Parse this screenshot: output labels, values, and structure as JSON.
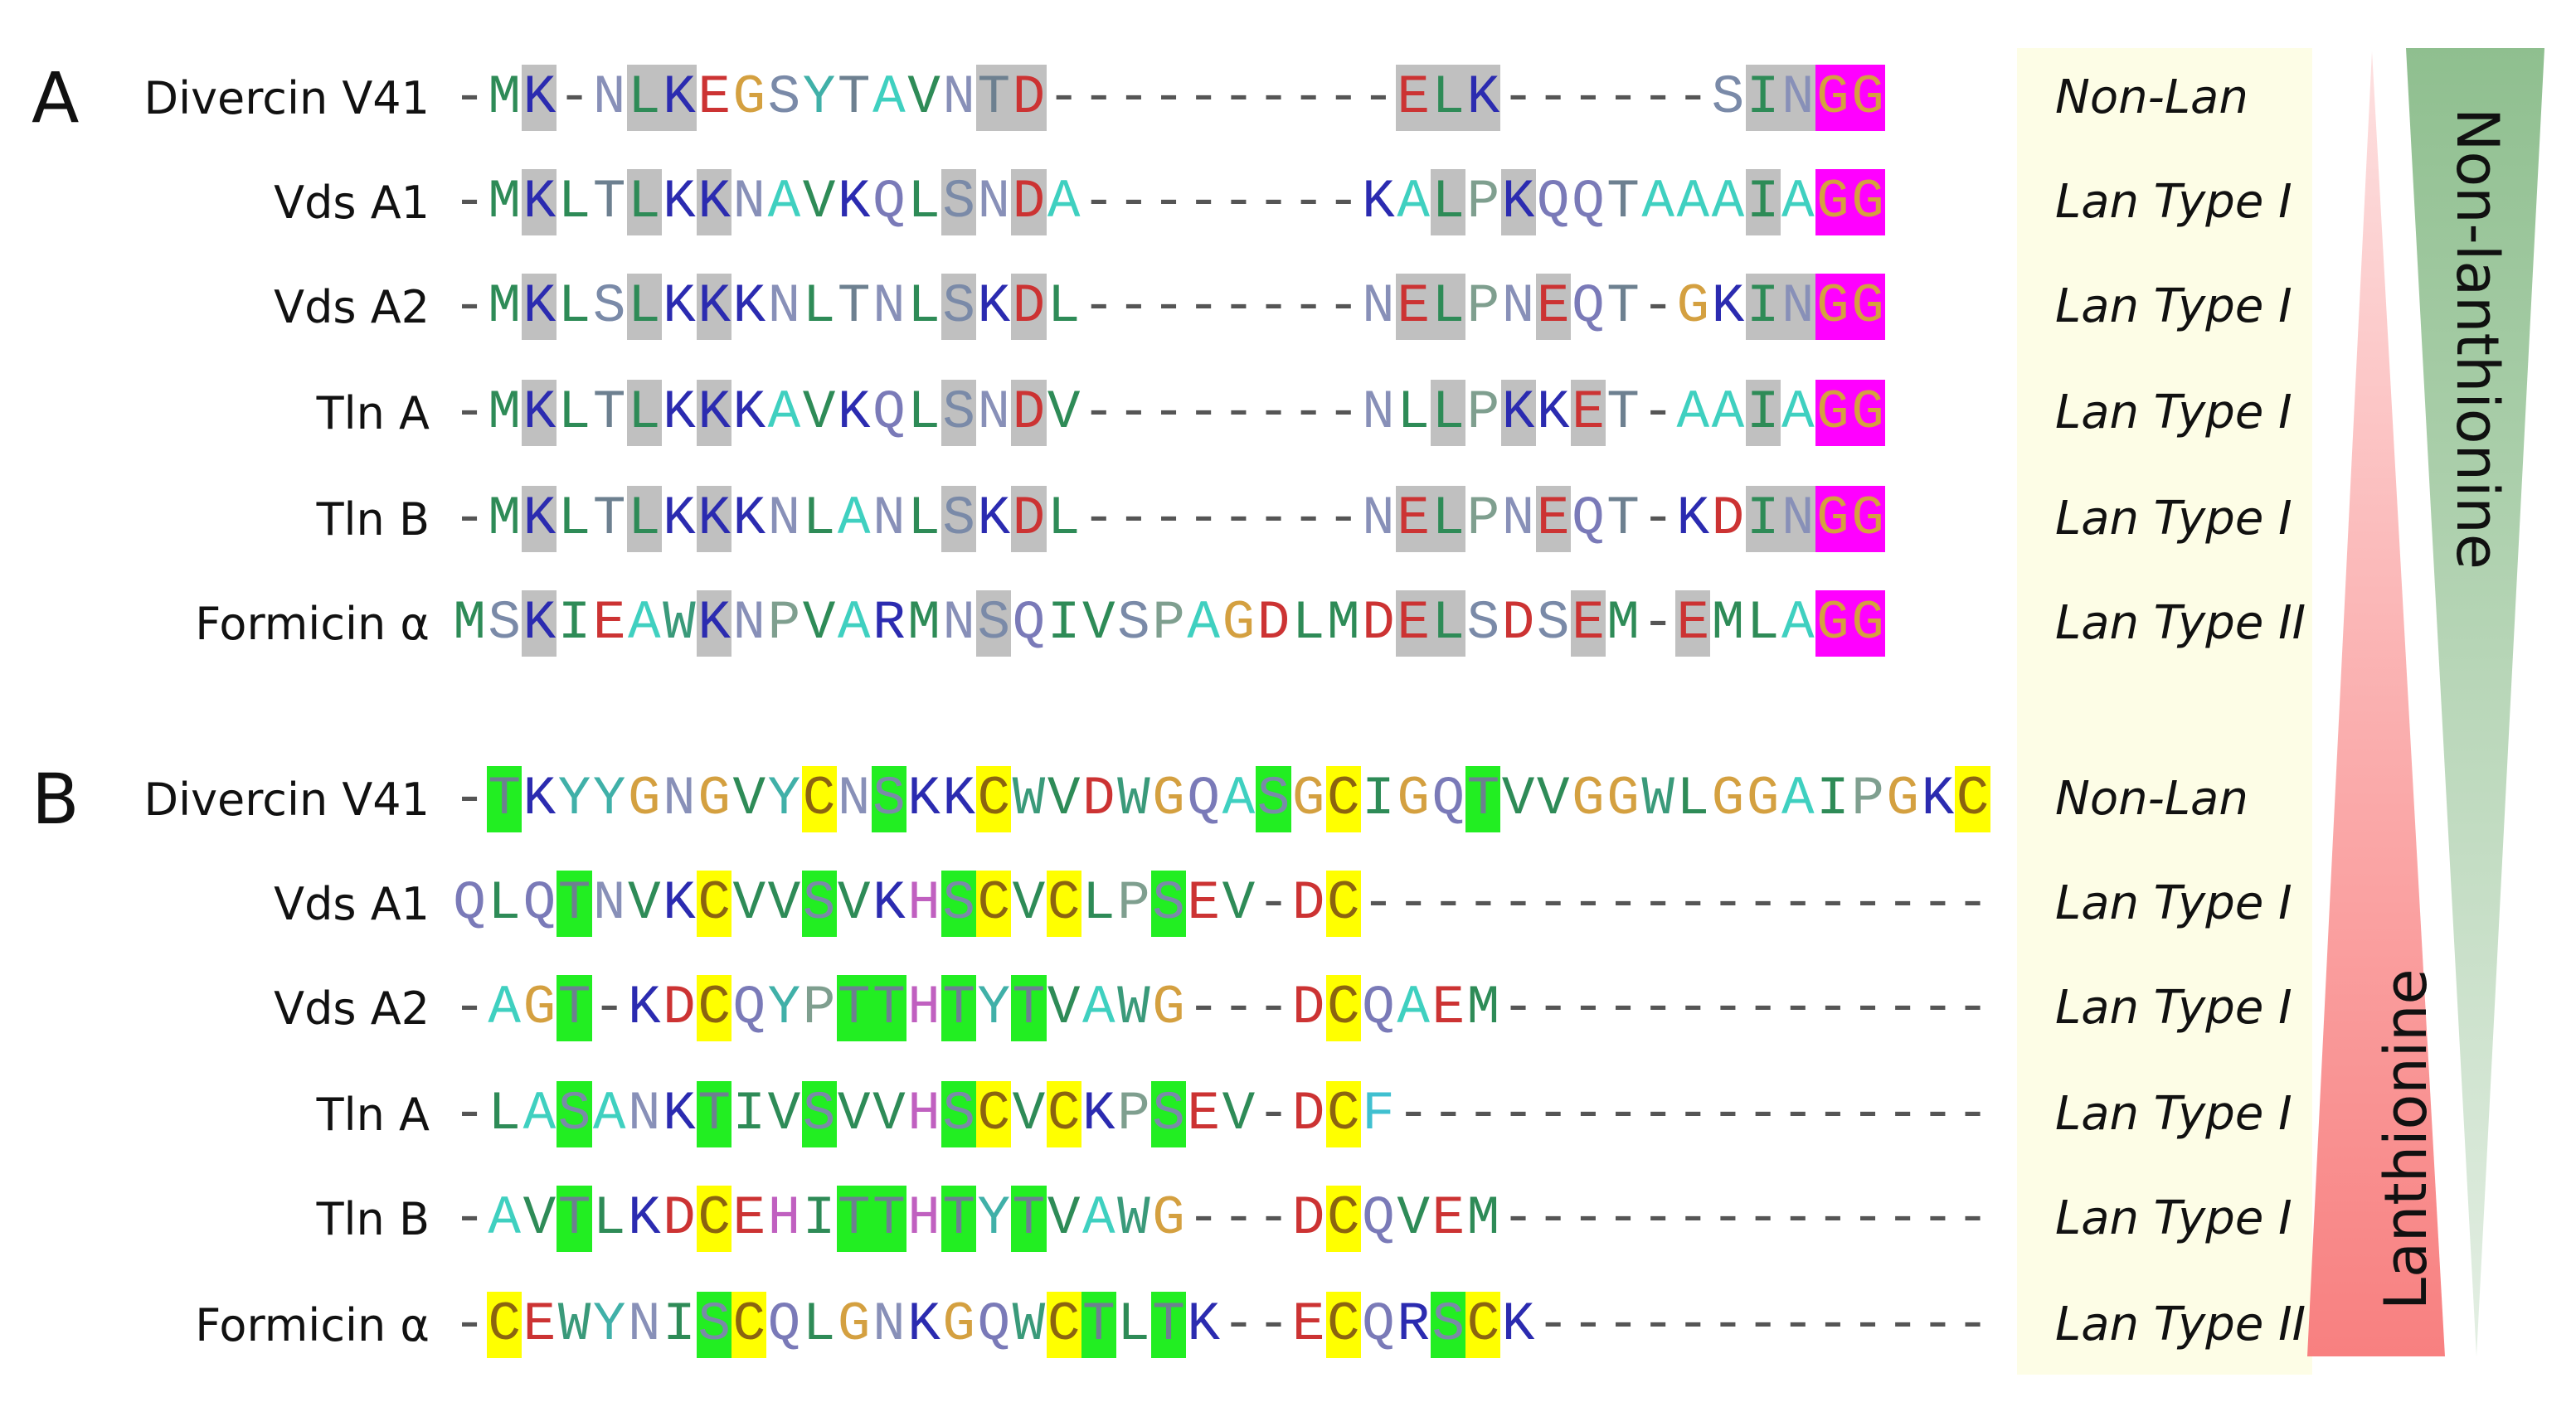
{
  "figure": {
    "panels": [
      {
        "letter": "A",
        "columns": 41,
        "rows": [
          {
            "name": "Divercin V41",
            "type": "Non-Lan",
            "sequence": "-MK-NLKEGSYTAVNTD----------ELK------SINGG",
            "gray": [
              3,
              6,
              7,
              16,
              17,
              28,
              29,
              30,
              38,
              39
            ],
            "magenta": [
              40,
              41
            ]
          },
          {
            "name": "Vds A1",
            "type": "Lan Type I",
            "sequence": "-MKLTLKKNAVKQLSNDA--------KALPKQQTAAAIAGG",
            "gray": [
              3,
              6,
              8,
              15,
              17,
              29,
              31,
              38
            ],
            "magenta": [
              40,
              41
            ]
          },
          {
            "name": "Vds A2",
            "type": "Lan Type I",
            "sequence": "-MKLSLKKKNLTNLSKDL--------NELPNEQT-GKINGG",
            "gray": [
              3,
              6,
              8,
              15,
              17,
              28,
              29,
              32,
              38,
              39
            ],
            "magenta": [
              40,
              41
            ]
          },
          {
            "name": "Tln A",
            "type": "Lan Type I",
            "sequence": "-MKLTLKKKAVKQLSNDV--------NLLPKKET-AAIAGG",
            "gray": [
              3,
              6,
              8,
              15,
              17,
              29,
              31,
              33,
              38
            ],
            "magenta": [
              40,
              41
            ]
          },
          {
            "name": "Tln B",
            "type": "Lan Type I",
            "sequence": "-MKLTLKKKNLANLSKDL--------NELPNEQT-KDINGG",
            "gray": [
              3,
              6,
              8,
              15,
              17,
              28,
              29,
              32,
              38,
              39
            ],
            "magenta": [
              40,
              41
            ]
          },
          {
            "name": "Formicin α",
            "type": "Lan Type II",
            "sequence": "MSKIEAWKNPVARMNSQIVSPAGDLMDELSDSEM-EMLAGG",
            "gray": [
              3,
              8,
              16,
              28,
              29,
              33,
              36
            ],
            "magenta": [
              40,
              41
            ]
          }
        ]
      },
      {
        "letter": "B",
        "columns": 44,
        "rows": [
          {
            "name": "Divercin V41",
            "type": "Non-Lan",
            "sequence": "-TKYYGNGVYCNSKKCWVDWGQASGCIGQTVVGGWLGGAIPGKC",
            "green": [
              2,
              13,
              24,
              30
            ],
            "yellow": [
              11,
              16,
              26,
              44
            ]
          },
          {
            "name": "Vds A1",
            "type": "Lan Type I",
            "sequence": "QLQTNVKCVVSVKHSCVCLPSEV-DC------------------",
            "green": [
              4,
              11,
              15,
              21
            ],
            "yellow": [
              8,
              16,
              18,
              26
            ]
          },
          {
            "name": "Vds A2",
            "type": "Lan Type I",
            "sequence": "-AGT-KDCQYPTTHTYTVAWG---DCQAEM--------------",
            "green": [
              4,
              12,
              13,
              15,
              17
            ],
            "yellow": [
              8,
              26
            ]
          },
          {
            "name": "Tln A",
            "type": "Lan Type I",
            "sequence": "-LASANKTIVSVVHSCVCKPSEV-DCF-----------------",
            "green": [
              4,
              8,
              11,
              15,
              21
            ],
            "yellow": [
              16,
              18,
              26
            ]
          },
          {
            "name": "Tln B",
            "type": "Lan Type I",
            "sequence": "-AVTLKDCEHITTHTYTVAWG---DCQVEM--------------",
            "green": [
              4,
              12,
              13,
              15,
              17
            ],
            "yellow": [
              8,
              26
            ]
          },
          {
            "name": "Formicin α",
            "type": "Lan Type II",
            "sequence": "-CEWYNISCQLGNKGQWCTLTK--ECQRSCK-------------",
            "green": [
              8,
              19,
              21,
              29
            ],
            "yellow": [
              2,
              9,
              18,
              26,
              30
            ]
          }
        ]
      }
    ],
    "gradient_labels": {
      "lanthionine": "Lanthionine",
      "non_lanthionine": "Non-lanthionine"
    },
    "colors": {
      "gray_highlight": "#c0c0c0",
      "magenta_highlight": "#ff00ff",
      "green_highlight": "#22ee22",
      "yellow_highlight": "#ffff00",
      "type_panel": "#fdfde6",
      "lanthionine_triangle": "#f88a8a",
      "non_lanthionine_triangle": "#8fbf8f",
      "residues": {
        "-": "#555555",
        "M": "#2e8b57",
        "K": "#2b2bb0",
        "N": "#8890b8",
        "L": "#2e8b57",
        "E": "#cc3333",
        "G": "#d4a040",
        "S": "#7a8aa8",
        "Y": "#40b0a8",
        "T": "#6d8090",
        "A": "#3fd0c0",
        "V": "#2e8b57",
        "D": "#cc3333",
        "Q": "#7a7ab8",
        "I": "#2e8b57",
        "P": "#7f9f8f",
        "W": "#3a9a7a",
        "R": "#2b2bb0",
        "H": "#c060c0",
        "C": "#8b6410",
        "F": "#40c0d0"
      }
    }
  }
}
